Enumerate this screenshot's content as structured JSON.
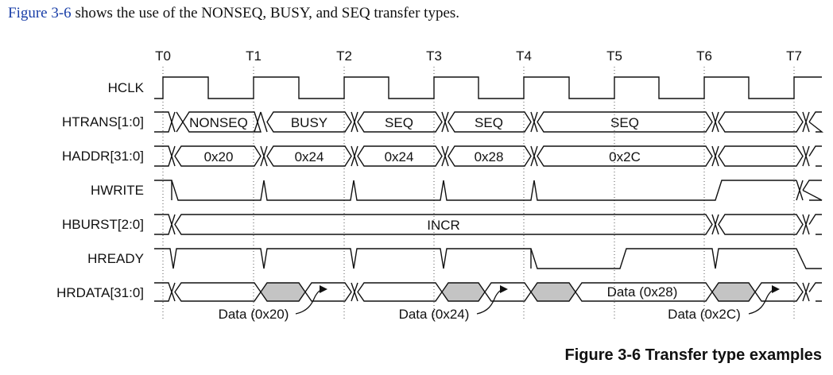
{
  "intro": {
    "figure_ref": "Figure 3-6",
    "text": " shows the use of the NONSEQ, BUSY, and SEQ transfer types."
  },
  "time_markers": [
    "T0",
    "T1",
    "T2",
    "T3",
    "T4",
    "T5",
    "T6",
    "T7"
  ],
  "signals": [
    {
      "id": "hclk",
      "name": "HCLK"
    },
    {
      "id": "htrans",
      "name": "HTRANS[1:0]"
    },
    {
      "id": "haddr",
      "name": "HADDR[31:0]"
    },
    {
      "id": "hwrite",
      "name": "HWRITE"
    },
    {
      "id": "hburst",
      "name": "HBURST[2:0]"
    },
    {
      "id": "hready",
      "name": "HREADY"
    },
    {
      "id": "hrdata",
      "name": "HRDATA[31:0]"
    }
  ],
  "htrans_values": [
    "NONSEQ",
    "BUSY",
    "SEQ",
    "SEQ",
    "SEQ"
  ],
  "haddr_values": [
    "0x20",
    "0x24",
    "0x24",
    "0x28",
    "0x2C"
  ],
  "hburst_value": "INCR",
  "hrdata_labels": [
    "Data (0x20)",
    "Data (0x24)",
    "Data (0x28)",
    "Data (0x2C)"
  ],
  "colors": {
    "shade": "#c4c4c4",
    "line": "#111111",
    "xref": "#1a3fa8"
  },
  "caption": "Figure 3-6 Transfer type examples"
}
